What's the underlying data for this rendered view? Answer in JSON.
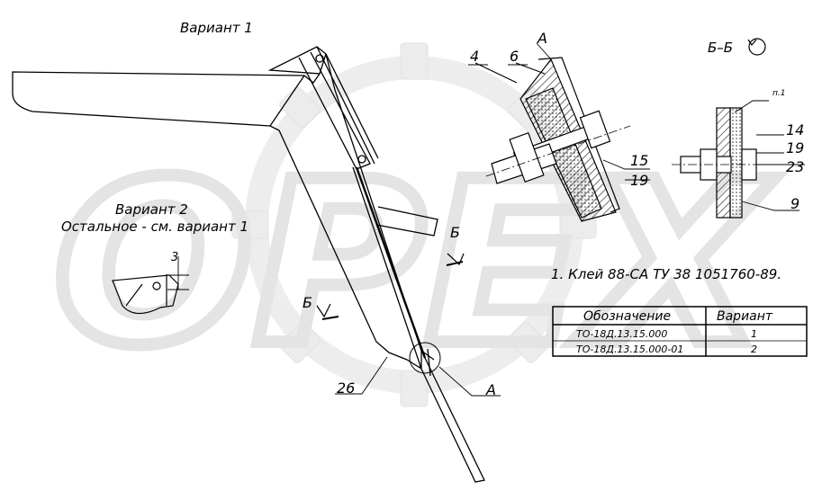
{
  "header": {
    "variant1": "Вариант 1",
    "section_title": "Б–Б"
  },
  "notes": {
    "variant2": "Вариант 2",
    "rest_see": "Остальное - см. вариант 1",
    "glue_note": "1. Клей 88-СА ТУ 38 1051760-89.",
    "note_ref": "п.1"
  },
  "callouts": {
    "a_top": "А",
    "a_bottom": "А",
    "b_upper": "Б",
    "b_lower": "Б",
    "dim_3": "3",
    "p4": "4",
    "p6": "6",
    "p15": "15",
    "p19": "19",
    "p14": "14",
    "p19b": "19",
    "p23": "23",
    "p9": "9",
    "p26": "26"
  },
  "table": {
    "headers": [
      "Обозначение",
      "Вариант"
    ],
    "rows": [
      [
        "ТО-18Д.13.15.000",
        "1"
      ],
      [
        "ТО-18Д.13.15.000-01",
        "2"
      ]
    ]
  },
  "watermark": {
    "text": "OPEX",
    "color": "#e6e6e6"
  },
  "colors": {
    "line": "#000000",
    "hatch": "#555555"
  }
}
